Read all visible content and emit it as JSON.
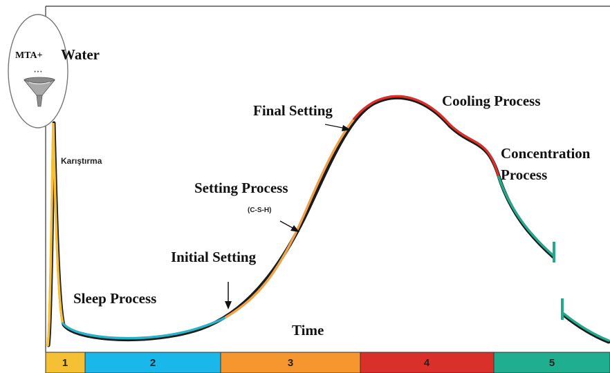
{
  "badge": {
    "text": "MTA+",
    "dots": "• • •"
  },
  "labels": {
    "water": "Water",
    "mixing": "Karıştırma",
    "sleep": "Sleep Process",
    "initial_setting": "Initial Setting",
    "setting_process": "Setting Process",
    "csh": "(C-S-H)",
    "final_setting": "Final Setting",
    "cooling": "Cooling Process",
    "concentration_line1": "Concentration",
    "concentration_line2": "Process",
    "time": "Time"
  },
  "phases": [
    {
      "number": "1",
      "color": "#f5c033"
    },
    {
      "number": "2",
      "color": "#1ab8ea"
    },
    {
      "number": "3",
      "color": "#f5962e"
    },
    {
      "number": "4",
      "color": "#d9302a"
    },
    {
      "number": "5",
      "color": "#1fae8f"
    }
  ],
  "curve_colors": {
    "mixing": "#f5c033",
    "sleep": "#27b3c8",
    "setting": "#f0a24a",
    "cooling": "#d9302a",
    "concentration": "#22a88a"
  }
}
